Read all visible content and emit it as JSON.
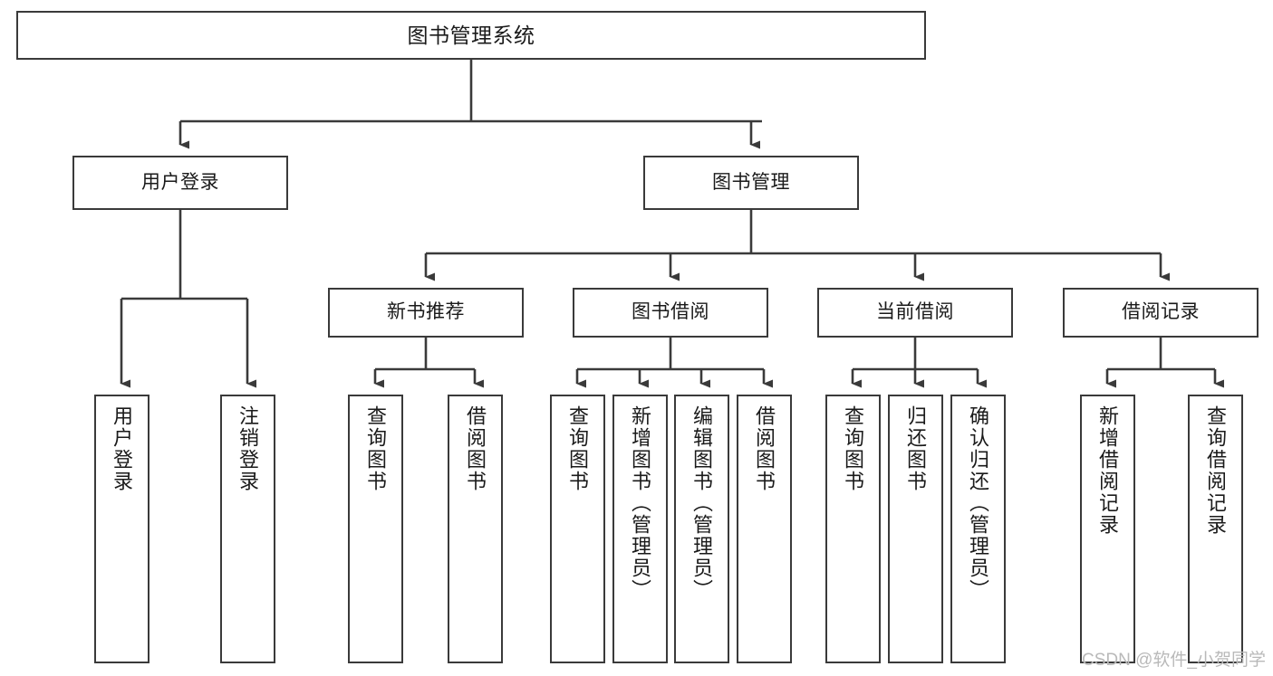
{
  "diagram": {
    "type": "tree-hierarchy",
    "title": "图书管理系统",
    "stroke_color": "#3a3a3a",
    "text_color": "#1a1a1a",
    "background_color": "#ffffff",
    "watermark": "CSDN @软件_小贺同学"
  },
  "nodes": {
    "root": {
      "label": "图书管理系统"
    },
    "level2": [
      {
        "id": "user-login",
        "label": "用户登录"
      },
      {
        "id": "book-manage",
        "label": "图书管理"
      }
    ],
    "level3": [
      {
        "id": "new-book-rec",
        "label": "新书推荐"
      },
      {
        "id": "book-borrow",
        "label": "图书借阅"
      },
      {
        "id": "current-borrow",
        "label": "当前借阅"
      },
      {
        "id": "borrow-record",
        "label": "借阅记录"
      }
    ],
    "leaves": [
      {
        "id": "leaf-user-login",
        "label": "用户登录",
        "parent": "user-login"
      },
      {
        "id": "leaf-user-logout",
        "label": "注销登录",
        "parent": "user-login"
      },
      {
        "id": "leaf-query-book-1",
        "label": "查询图书",
        "parent": "new-book-rec"
      },
      {
        "id": "leaf-borrow-book-1",
        "label": "借阅图书",
        "parent": "new-book-rec"
      },
      {
        "id": "leaf-query-book-2",
        "label": "查询图书",
        "parent": "book-borrow"
      },
      {
        "id": "leaf-add-book",
        "label": "新增图书（管理员）",
        "parent": "book-borrow"
      },
      {
        "id": "leaf-edit-book",
        "label": "编辑图书（管理员）",
        "parent": "book-borrow"
      },
      {
        "id": "leaf-borrow-book-2",
        "label": "借阅图书",
        "parent": "book-borrow"
      },
      {
        "id": "leaf-query-book-3",
        "label": "查询图书",
        "parent": "current-borrow"
      },
      {
        "id": "leaf-return-book",
        "label": "归还图书",
        "parent": "current-borrow"
      },
      {
        "id": "leaf-confirm-return",
        "label": "确认归还（管理员）",
        "parent": "current-borrow"
      },
      {
        "id": "leaf-add-record",
        "label": "新增借阅记录",
        "parent": "borrow-record"
      },
      {
        "id": "leaf-query-record",
        "label": "查询借阅记录",
        "parent": "borrow-record"
      }
    ]
  }
}
